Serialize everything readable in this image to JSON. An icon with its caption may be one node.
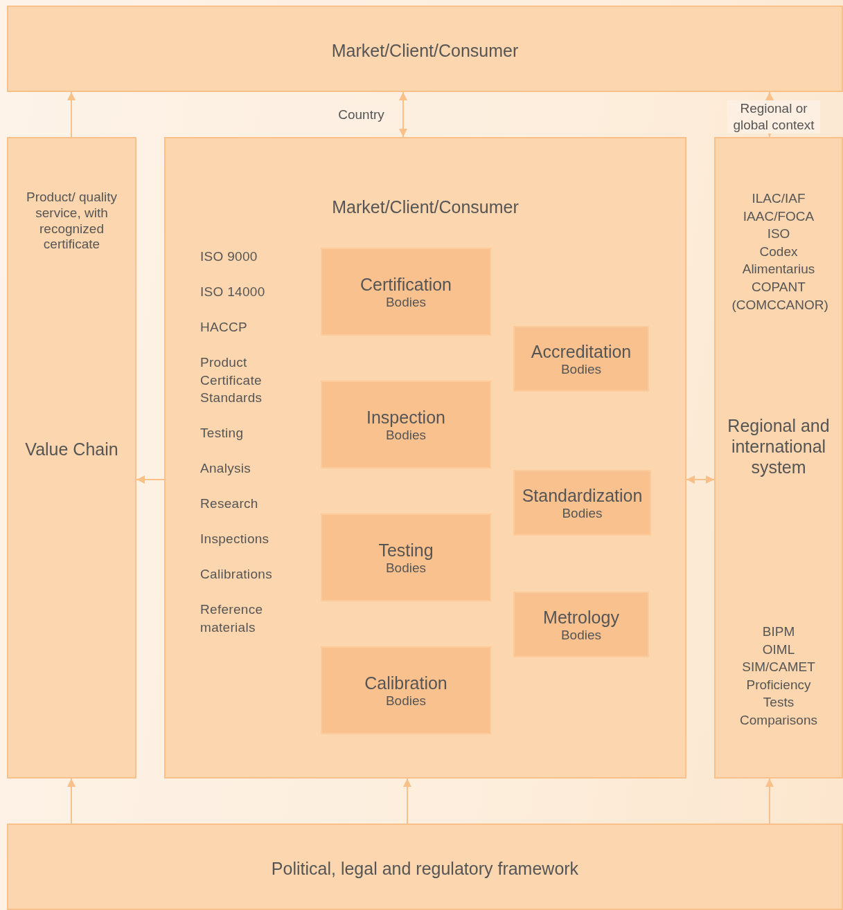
{
  "diagram": {
    "nodes": [
      {
        "text": [
          "Market/Client/Consumer"
        ]
      },
      {
        "text": [
          "Product/ quality service, with recognized certificate",
          "Value Chain"
        ]
      },
      {
        "text": [
          "Market/Client/Consumer",
          "ISO 9000",
          "ISO 14000",
          "HACCP",
          "Product Certificate",
          "Standards",
          "Testing",
          "Analysis",
          "Research",
          "Inspections",
          "Calibrations",
          "Reference materials"
        ]
      },
      {
        "text": [
          "Certification",
          "Bodies"
        ],
        "in": 2
      },
      {
        "text": [
          "Inspection",
          "Bodies"
        ],
        "in": 2
      },
      {
        "text": [
          "Testing",
          "Bodies"
        ],
        "in": 2
      },
      {
        "text": [
          "Calibration",
          "Bodies"
        ],
        "in": 2
      },
      {
        "text": [
          "Accreditation",
          "Bodies"
        ],
        "in": 2
      },
      {
        "text": [
          "Standardization",
          "Bodies"
        ],
        "in": 2
      },
      {
        "text": [
          "Metrology",
          "Bodies"
        ],
        "in": 2
      },
      {
        "text": [
          "ILAC/IAF",
          "IAAC/FOCA",
          "ISO",
          "Codex Alimentarius",
          "COPANT",
          "(COMCCANOR)",
          "Regional and international system",
          "BIPM",
          "OIML",
          "SIM/CAMET",
          "Proficiency Tests",
          "Comparisons"
        ]
      },
      {
        "text": [
          "Political, legal and regulatory framework"
        ]
      }
    ],
    "edges": [
      {
        "from": 1,
        "to": 0,
        "arrow": "to"
      },
      {
        "from": 2,
        "to": 0,
        "arrow": "both",
        "label": "Country"
      },
      {
        "from": 10,
        "to": 0,
        "arrow": "both",
        "label": "Regional or global context"
      },
      {
        "from": 2,
        "to": 1,
        "arrow": "to"
      },
      {
        "from": 2,
        "to": 10,
        "arrow": "both"
      },
      {
        "from": 11,
        "to": 1,
        "arrow": "to"
      },
      {
        "from": 11,
        "to": 2,
        "arrow": "to"
      },
      {
        "from": 11,
        "to": 10,
        "arrow": "to"
      }
    ]
  }
}
